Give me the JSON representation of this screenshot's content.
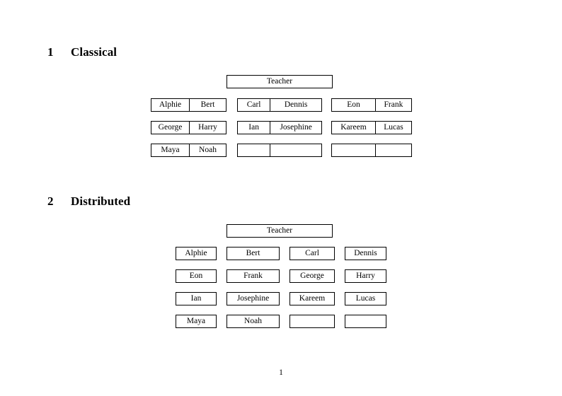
{
  "document": {
    "page_number": "1"
  },
  "sections": [
    {
      "number": "1",
      "title": "Classical",
      "root": {
        "label": "Teacher"
      },
      "groups": [
        {
          "name": "group-left",
          "rows": [
            {
              "left": "Alphie",
              "right": "Bert"
            },
            {
              "left": "George",
              "right": "Harry"
            },
            {
              "left": "Maya",
              "right": "Noah"
            }
          ]
        },
        {
          "name": "group-middle",
          "rows": [
            {
              "left": "Carl",
              "right": "Dennis"
            },
            {
              "left": "Ian",
              "right": "Josephine"
            },
            {
              "left": "",
              "right": ""
            }
          ]
        },
        {
          "name": "group-right",
          "rows": [
            {
              "left": "Eon",
              "right": "Frank"
            },
            {
              "left": "Kareem",
              "right": "Lucas"
            },
            {
              "left": "",
              "right": ""
            }
          ]
        }
      ]
    },
    {
      "number": "2",
      "title": "Distributed",
      "root": {
        "label": "Teacher"
      },
      "rows": [
        {
          "c1": "Alphie",
          "c2": "Bert",
          "c3": "Carl",
          "c4": "Dennis"
        },
        {
          "c1": "Eon",
          "c2": "Frank",
          "c3": "George",
          "c4": "Harry"
        },
        {
          "c1": "Ian",
          "c2": "Josephine",
          "c3": "Kareem",
          "c4": "Lucas"
        },
        {
          "c1": "Maya",
          "c2": "Noah",
          "c3": "",
          "c4": ""
        }
      ]
    }
  ],
  "colors": {
    "page_background": "#ffffff",
    "text": "#000000",
    "box_border": "#000000"
  }
}
